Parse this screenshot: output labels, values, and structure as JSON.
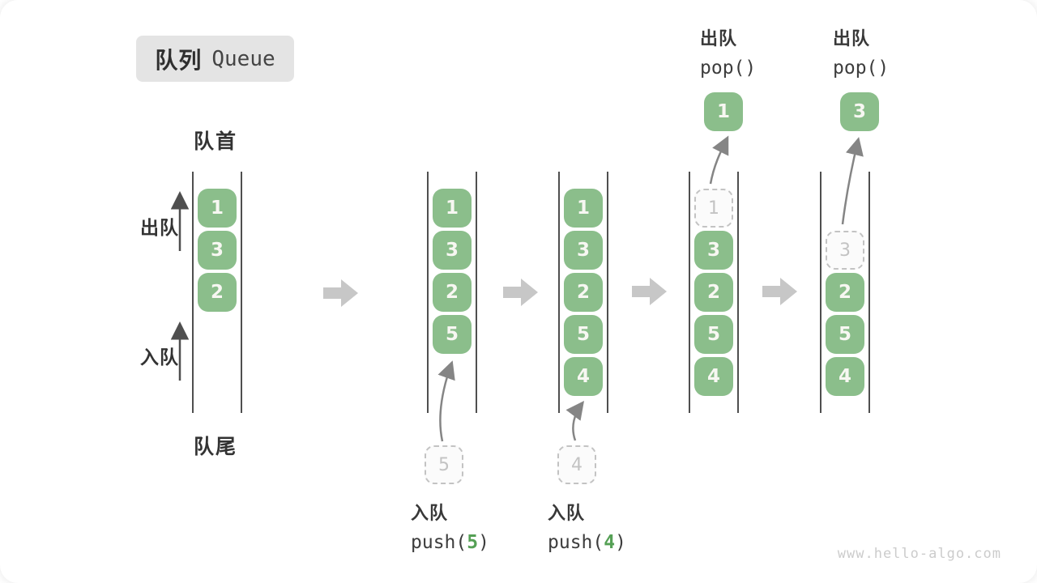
{
  "title": {
    "zh": "队列",
    "en": "Queue"
  },
  "labels": {
    "front": "队首",
    "rear": "队尾",
    "dequeue": "出队",
    "enqueue": "入队"
  },
  "stages": {
    "s1": {
      "items": [
        "1",
        "3",
        "2"
      ]
    },
    "s2": {
      "items": [
        "1",
        "3",
        "2",
        "5"
      ],
      "incoming": "5"
    },
    "s3": {
      "items": [
        "1",
        "3",
        "2",
        "5",
        "4"
      ],
      "incoming": "4"
    },
    "s4": {
      "removed": "1",
      "items": [
        "3",
        "2",
        "5",
        "4"
      ],
      "popped": "1"
    },
    "s5": {
      "removed": "3",
      "items": [
        "2",
        "5",
        "4"
      ],
      "popped": "3"
    }
  },
  "ops": {
    "push5": {
      "zh": "入队",
      "pre": "push(",
      "arg": "5",
      "post": ")"
    },
    "push4": {
      "zh": "入队",
      "pre": "push(",
      "arg": "4",
      "post": ")"
    },
    "pop1": {
      "zh": "出队",
      "code": "pop()"
    },
    "pop2": {
      "zh": "出队",
      "code": "pop()"
    }
  },
  "colors": {
    "item_green": "#8bbe8b",
    "accent_green": "#55a055",
    "ghost_gray": "#c3c3c3",
    "block_arrow_gray": "#c7c7c7",
    "thin_arrow_gray": "#858585"
  },
  "watermark": "www.hello-algo.com"
}
